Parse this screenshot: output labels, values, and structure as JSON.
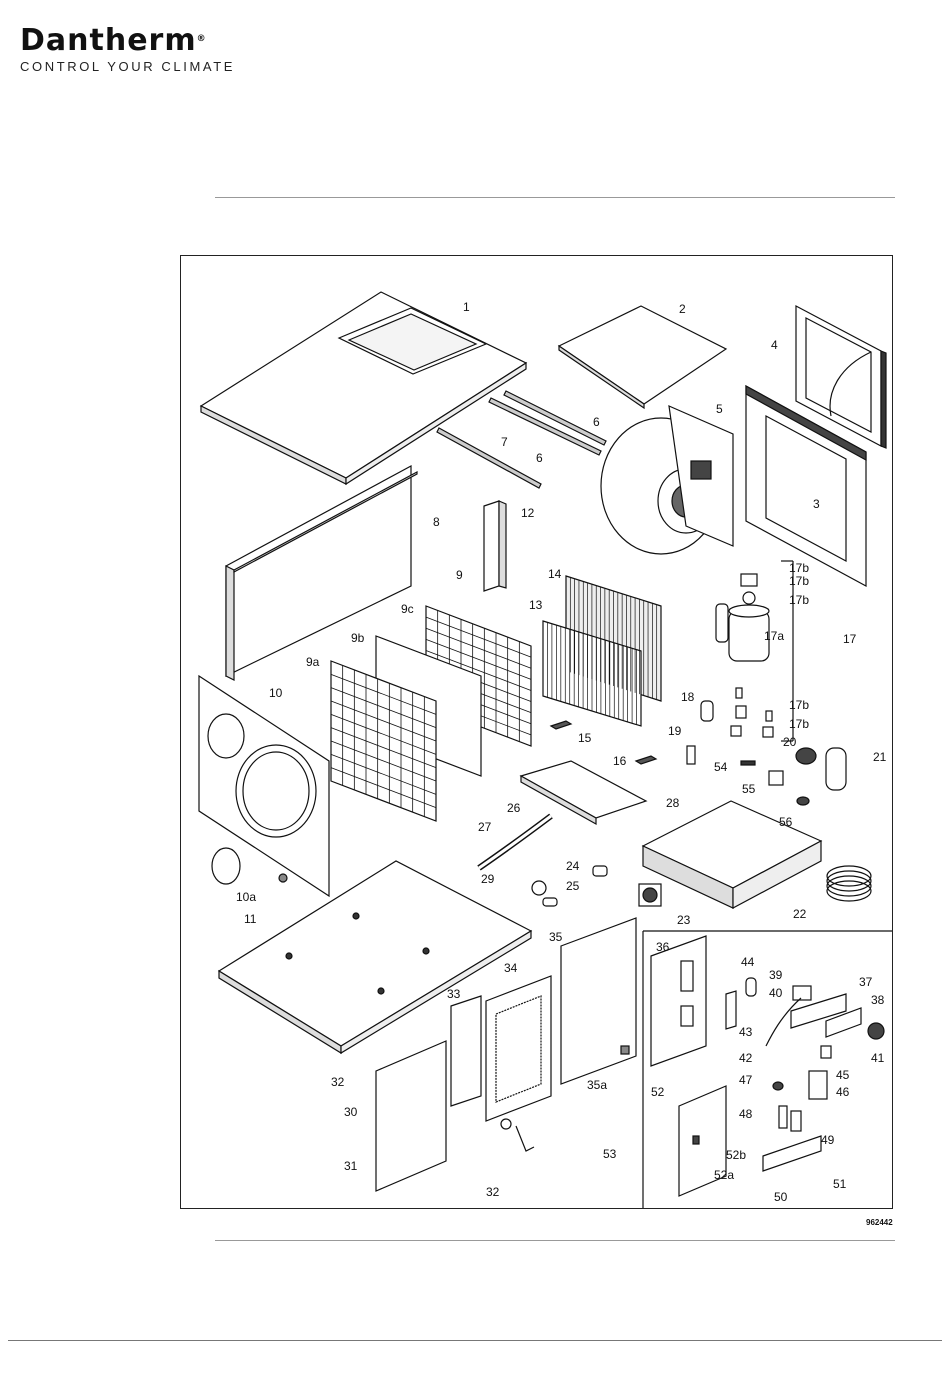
{
  "header": {
    "brand": "Dantherm",
    "registered_mark": "®",
    "tagline": "CONTROL YOUR CLIMATE"
  },
  "diagram": {
    "document_number": "962442",
    "labels": {
      "p1": "1",
      "p2": "2",
      "p3": "3",
      "p4": "4",
      "p5": "5",
      "p6a": "6",
      "p6b": "6",
      "p7": "7",
      "p8": "8",
      "p9": "9",
      "p9a": "9a",
      "p9b": "9b",
      "p9c": "9c",
      "p10": "10",
      "p10a": "10a",
      "p11": "11",
      "p12": "12",
      "p13": "13",
      "p14": "14",
      "p15": "15",
      "p16": "16",
      "p17": "17",
      "p17a": "17a",
      "p17b1": "17b",
      "p17b2": "17b",
      "p17b3": "17b",
      "p17b4": "17b",
      "p17b5": "17b",
      "p18": "18",
      "p19": "19",
      "p20": "20",
      "p21": "21",
      "p22": "22",
      "p23": "23",
      "p24": "24",
      "p25": "25",
      "p26": "26",
      "p27": "27",
      "p28": "28",
      "p29": "29",
      "p30": "30",
      "p31": "31",
      "p32a": "32",
      "p32b": "32",
      "p33": "33",
      "p34": "34",
      "p35": "35",
      "p35a": "35a",
      "p36": "36",
      "p37": "37",
      "p38": "38",
      "p39": "39",
      "p40": "40",
      "p41": "41",
      "p42": "42",
      "p43": "43",
      "p44": "44",
      "p45": "45",
      "p46": "46",
      "p47": "47",
      "p48": "48",
      "p49": "49",
      "p50": "50",
      "p51": "51",
      "p52": "52",
      "p52a": "52a",
      "p52b": "52b",
      "p53": "53",
      "p54": "54",
      "p55": "55",
      "p56": "56"
    }
  }
}
